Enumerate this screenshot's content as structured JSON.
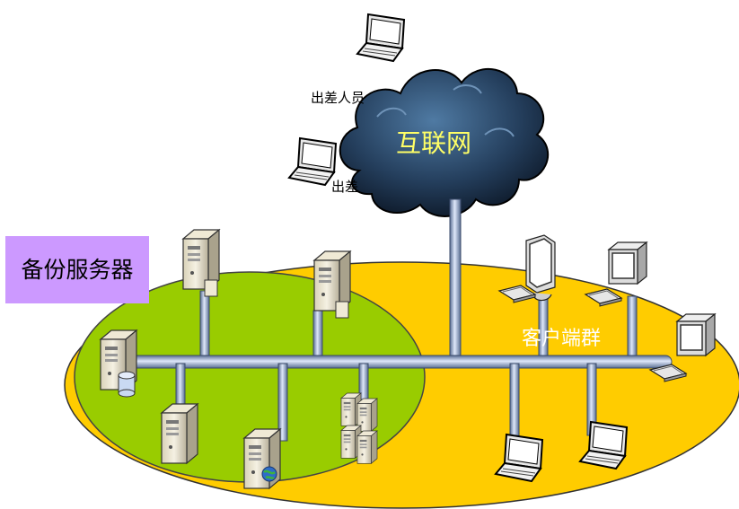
{
  "labels": {
    "backup_servers": "备份服务器",
    "internet": "互联网",
    "traveler_1": "出差人员",
    "traveler_2": "出差",
    "client_group": "客户端群"
  },
  "colors": {
    "server_zone": "#99cc00",
    "client_zone": "#ffcc00",
    "backup_box": "#cc99ff",
    "cloud": "#1f3a56",
    "cable": "#b8c8e8",
    "internet_text": "#ffff66"
  },
  "icons": [
    "cloud-icon",
    "laptop-icon",
    "server-icon",
    "database-icon",
    "globe-icon",
    "crt-monitor-icon",
    "flat-panel-icon",
    "keyboard-icon"
  ]
}
